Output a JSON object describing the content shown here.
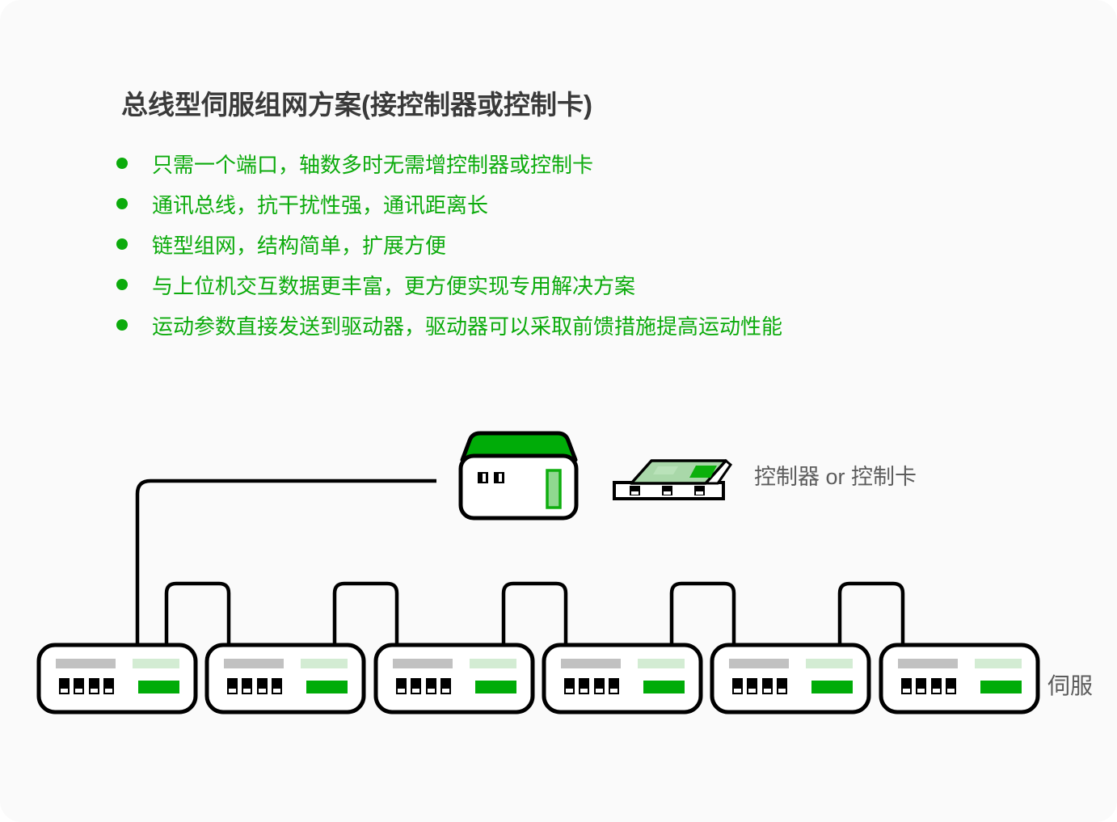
{
  "title": "总线型伺服组网方案(接控制器或控制卡)",
  "bullets": [
    "只需一个端口，轴数多时无需增控制器或控制卡",
    "通讯总线，抗干扰性强，通讯距离长",
    "链型组网，结构简单，扩展方便",
    "与上位机交互数据更丰富，更方便实现专用解决方案",
    "运动参数直接发送到驱动器，驱动器可以采取前馈措施提高运动性能"
  ],
  "diagram": {
    "controller_label": "控制器 or 控制卡",
    "servo_label": "伺服",
    "servo_count": 6,
    "topology": "daisy-chain bus: controller connected to first servo drive, drives chained with U-links",
    "colors": {
      "accent_green": "#0cab0c",
      "bright_green": "#00ac08",
      "light_green_bar": "#d3ecd3",
      "pcb_green": "#a9d8a9",
      "pcb_chip_light": "#b9e2b9",
      "slot_fill": "#90d890",
      "slot_border": "#0fae0f",
      "gray_bar": "#c1c1c1",
      "label_gray": "#5c5c5c",
      "title_gray": "#3a3a3a",
      "outline": "#000000",
      "page_bg": "#fafafa"
    }
  }
}
